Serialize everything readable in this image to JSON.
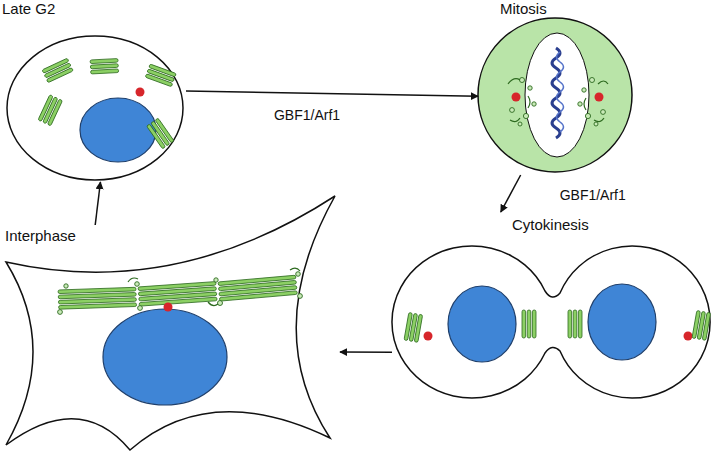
{
  "diagram": {
    "nodes": [
      {
        "text": [
          "Late G2"
        ]
      },
      {
        "text": [
          "Mitosis"
        ]
      },
      {
        "text": [
          "Interphase"
        ]
      },
      {
        "text": [
          "Cytokinesis"
        ]
      }
    ],
    "edges": [
      {
        "from": 0,
        "to": 1,
        "arrow": "to",
        "label": "GBF1/Arf1"
      },
      {
        "from": 1,
        "to": 3,
        "arrow": "to",
        "label": "GBF1/Arf1"
      },
      {
        "from": 3,
        "to": 2,
        "arrow": "to"
      },
      {
        "from": 2,
        "to": 0,
        "arrow": "to"
      }
    ]
  }
}
